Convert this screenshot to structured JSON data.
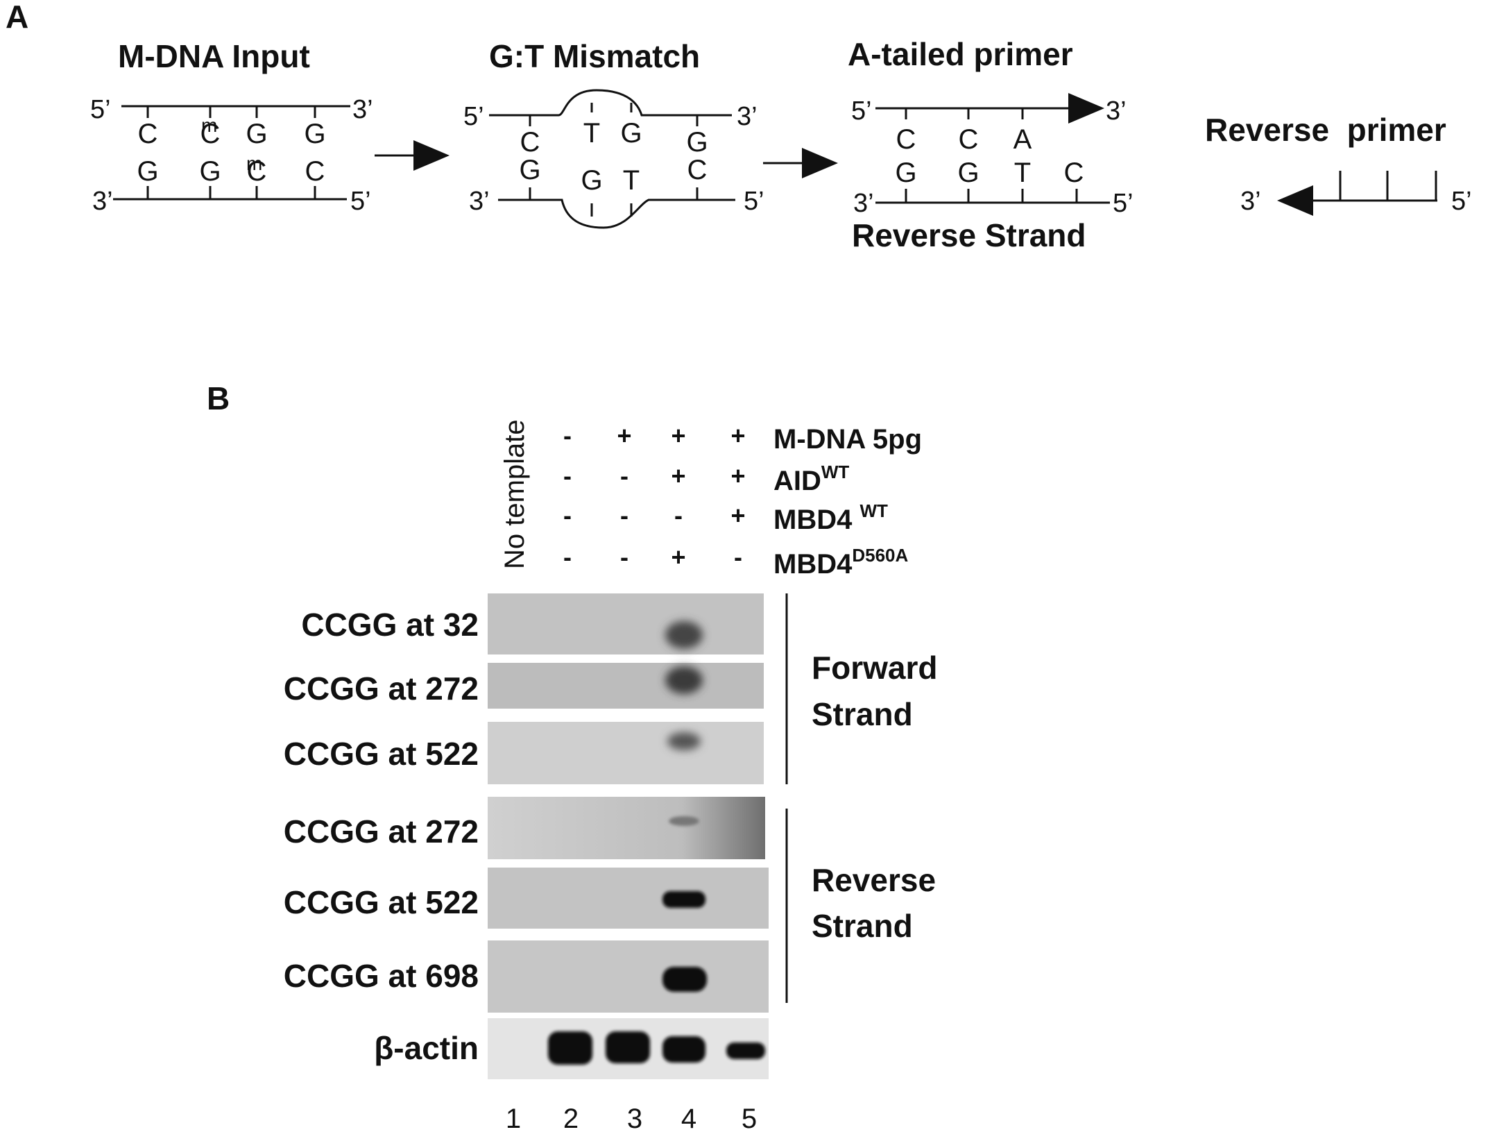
{
  "panel_a": {
    "label": "A",
    "step1": {
      "title": "M-DNA Input",
      "top5": "5’",
      "top3": "3’",
      "bot3": "3’",
      "bot5": "5’",
      "top_bases": [
        "C",
        "C",
        "G",
        "G"
      ],
      "bot_bases": [
        "G",
        "G",
        "C",
        "C"
      ],
      "meth_mark": "m"
    },
    "step2": {
      "title": "G:T Mismatch",
      "top5": "5’",
      "top3": "3’",
      "bot3": "3’",
      "bot5": "5’",
      "top_bases": [
        "C",
        "T",
        "G",
        "G"
      ],
      "bot_bases": [
        "G",
        "G",
        "T",
        "C"
      ]
    },
    "step3": {
      "title": "A-tailed primer",
      "subtitle": "Reverse Strand",
      "top5": "5’",
      "top3": "3’",
      "bot3": "3’",
      "bot5": "5’",
      "top_bases": [
        "C",
        "C",
        "A"
      ],
      "bot_bases": [
        "G",
        "G",
        "T",
        "C"
      ]
    },
    "step4": {
      "title": "Reverse  primer",
      "end3": "3’",
      "end5": "5’"
    }
  },
  "panel_b": {
    "label": "B",
    "lane_header_1": "No template",
    "conditions": [
      {
        "label": "M-DNA 5pg",
        "sup": "",
        "signs": [
          "-",
          "+",
          "+",
          "+"
        ]
      },
      {
        "label": "AID",
        "sup": "WT",
        "signs": [
          "-",
          "-",
          "+",
          "+"
        ]
      },
      {
        "label": "MBD4 ",
        "sup": "WT",
        "signs": [
          "-",
          "-",
          "-",
          "+"
        ]
      },
      {
        "label": "MBD4",
        "sup": "D560A",
        "signs": [
          "-",
          "-",
          "+",
          "-"
        ]
      }
    ],
    "rows": [
      {
        "label": "CCGG at 32"
      },
      {
        "label": "CCGG at 272"
      },
      {
        "label": "CCGG at 522"
      },
      {
        "label": "CCGG at 272"
      },
      {
        "label": "CCGG at 522"
      },
      {
        "label": "CCGG at 698"
      },
      {
        "label": "β-actin"
      }
    ],
    "groups": [
      {
        "line1": "Forward",
        "line2": "Strand"
      },
      {
        "line1": "Reverse",
        "line2": "Strand"
      }
    ],
    "lane_numbers": [
      "1",
      "2",
      "3",
      "4",
      "5"
    ]
  }
}
